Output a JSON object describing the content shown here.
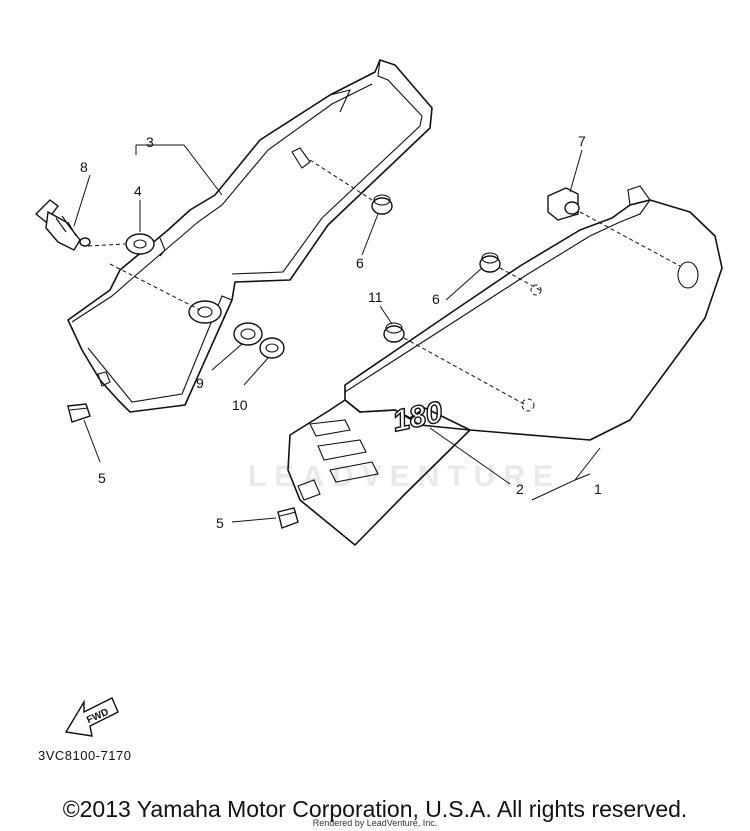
{
  "diagram": {
    "watermark": "LEADVENTURE",
    "emblem_text": "180",
    "fwd_arrow_label": "FWD",
    "drawing_code": "3VC8100-7170",
    "callouts": {
      "c1": "1",
      "c2": "2",
      "c3": "3",
      "c4": "4",
      "c5a": "5",
      "c5b": "5",
      "c6a": "6",
      "c6b": "6",
      "c7": "7",
      "c8": "8",
      "c9": "9",
      "c10": "10",
      "c11": "11"
    }
  },
  "footer": {
    "copyright": "©2013 Yamaha Motor Corporation, U.S.A. All rights reserved.",
    "rendered_by": "Rendered by LeadVenture, Inc."
  }
}
